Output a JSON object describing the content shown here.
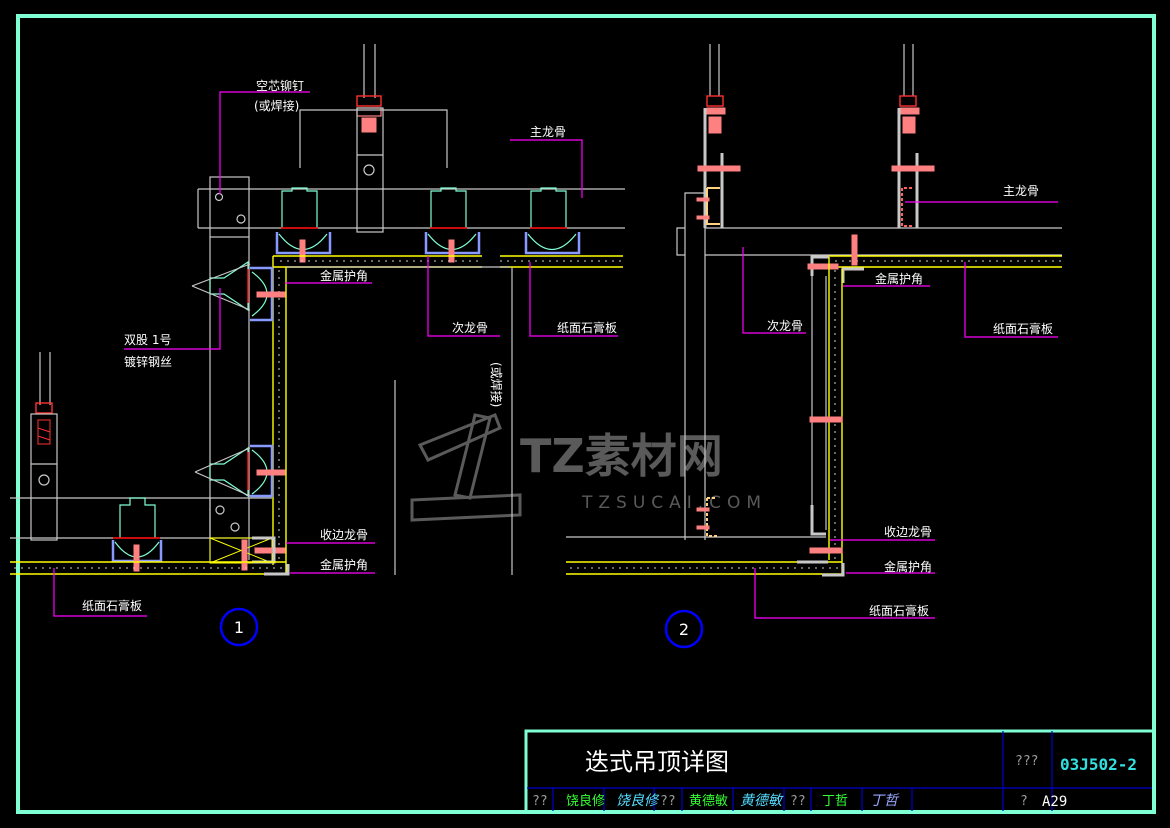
{
  "drawing": {
    "title": "迭式吊顶详图",
    "atlas_code": "03J502-2",
    "atlas_label": "???",
    "page_label": "?",
    "page_number": "A29",
    "watermark": {
      "brand": "TZ素材网",
      "url": "TZSUCAI.COM"
    }
  },
  "title_block": {
    "cells": [
      {
        "role": "label",
        "text": "??"
      },
      {
        "role": "name",
        "text": "饶良修"
      },
      {
        "role": "signature",
        "text": "饶良修"
      },
      {
        "role": "label",
        "text": "??"
      },
      {
        "role": "name",
        "text": "黄德敏"
      },
      {
        "role": "signature",
        "text": "黄德敏"
      },
      {
        "role": "label",
        "text": "??"
      },
      {
        "role": "name",
        "text": "丁哲"
      },
      {
        "role": "signature",
        "text": "丁哲"
      }
    ]
  },
  "detail_1": {
    "number": "1",
    "labels": {
      "hollow_rivet": "空芯铆钉",
      "hollow_rivet_note": "(或焊接)",
      "main_keel": "主龙骨",
      "metal_corner_top": "金属护角",
      "secondary_keel": "次龙骨",
      "gypsum_board_top": "纸面石膏板",
      "wire_1": "双股 1号",
      "wire_2": "镀锌钢丝",
      "edge_keel": "收边龙骨",
      "metal_corner_bottom": "金属护角",
      "gypsum_board_bottom": "纸面石膏板",
      "vertical_note": "(或焊接)"
    }
  },
  "detail_2": {
    "number": "2",
    "labels": {
      "main_keel": "主龙骨",
      "metal_corner_top": "金属护角",
      "secondary_keel": "次龙骨",
      "gypsum_board_top": "纸面石膏板",
      "edge_keel": "收边龙骨",
      "metal_corner_bottom": "金属护角",
      "gypsum_board_bottom": "纸面石膏板"
    }
  },
  "colors": {
    "frame": "#7fffd4",
    "leader": "#ff00ff",
    "board": "#ffff00",
    "fastener": "#ff8080",
    "detail_circle": "#0000ff",
    "title_block_grid": "#0000cc",
    "code": "#33e0e0"
  }
}
